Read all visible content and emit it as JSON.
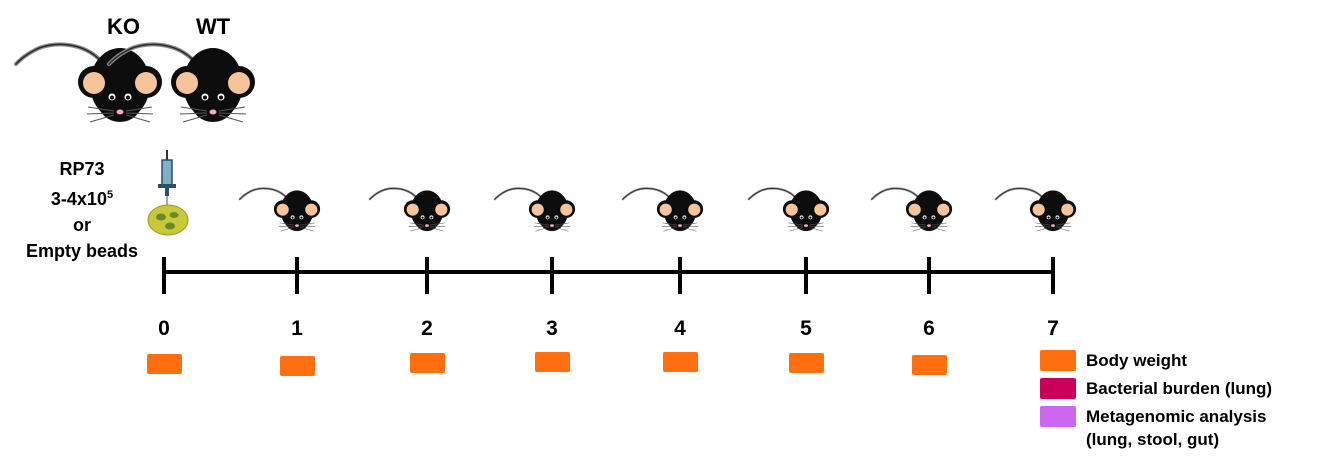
{
  "groups": [
    "KO",
    "WT"
  ],
  "treatment": {
    "line1": "RP73",
    "line2_base": "3-4x10",
    "line2_sup": "5",
    "line3": "or",
    "line4": "Empty beads"
  },
  "timeline": {
    "days": [
      "0",
      "1",
      "2",
      "3",
      "4",
      "5",
      "6",
      "7"
    ]
  },
  "markers": {
    "body_weight_days": [
      "0",
      "1",
      "2",
      "3",
      "4",
      "5",
      "6"
    ]
  },
  "legend": [
    {
      "label": "Body weight",
      "color": "#ff6f0f"
    },
    {
      "label": "Bacterial burden (lung)",
      "color": "#c8005a"
    },
    {
      "label": "Metagenomic analysis (lung, stool, gut)",
      "color": "#cc66ee"
    }
  ],
  "colors": {
    "mouse_body": "#0d0d0d",
    "ear_inner": "#f5c49b",
    "nose": "#f7a8c8",
    "timeline": "#000000",
    "beads": "#c8c83a",
    "bead_spots": "#6a8a2a",
    "syringe": "#4a7f9a"
  }
}
